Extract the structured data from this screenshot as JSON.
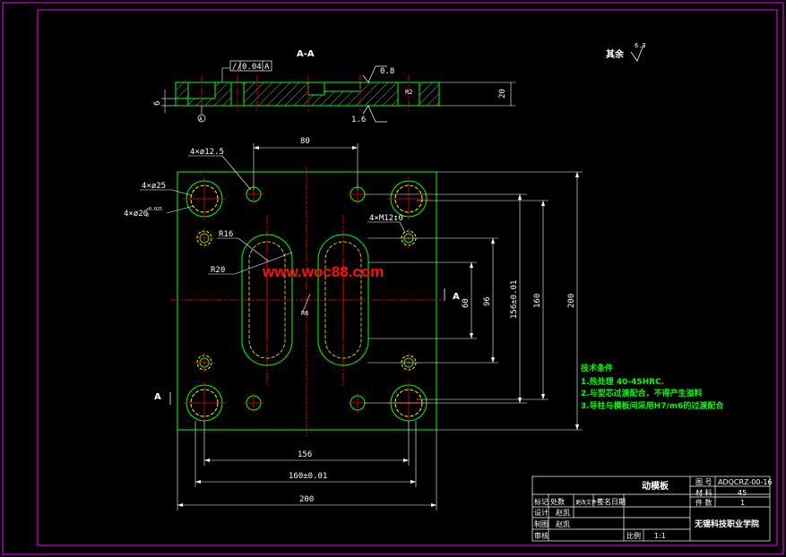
{
  "section": {
    "title": "A-A",
    "flatness": "0.04",
    "datum": "A",
    "datum_symbol": "A",
    "roughness_top": "0.8",
    "roughness_bottom": "1.6",
    "thickness": "20",
    "step": "6",
    "counterbore": "R2"
  },
  "remainder": {
    "label": "其余",
    "value": "6.3"
  },
  "view_labels": {
    "a_right": "A",
    "a_left": "A"
  },
  "dims": {
    "d80": "80",
    "holes_125": "4×ø12.5",
    "holes_25": "4×ø25",
    "holes_20": "4×ø20",
    "holes_20_tol": "+0.025",
    "holes_20_tol0": "0",
    "tap": "4×M12↧0",
    "r16": "R16",
    "r20": "R20",
    "r6": "R6",
    "d60": "60",
    "d96": "96",
    "d156_tol": "156±0.01",
    "d160": "160",
    "d200v": "200",
    "d156": "156",
    "d160_tol": "160±0.01",
    "d200h": "200"
  },
  "watermark": "www.woc88.com",
  "tech": {
    "title": "技术条件",
    "items": [
      "1.热处理 40-45HRC.",
      "2.与型芯过渡配合，不得产生溢料",
      "3.导柱与模板间采用H7/m6的过渡配合"
    ]
  },
  "title_block": {
    "part_name": "动模板",
    "drawing_no_label": "图 号",
    "drawing_no": "ADQCRZ-00-16",
    "material_label": "材 料",
    "material": "45",
    "qty_label": "件 数",
    "qty": "1",
    "rev_headers": [
      "标记",
      "处数",
      "更改文件号",
      "签名",
      "日期"
    ],
    "design_label": "设计",
    "design_name": "赵凯",
    "draw_label": "制图",
    "draw_name": "赵凯",
    "review_label": "审核",
    "scale_label": "比例",
    "scale": "1:1",
    "school": "无锡科技职业学院"
  },
  "colors": {
    "frame": "#ff00ff",
    "part": "#00ff00",
    "center": "#ff0000",
    "hidden": "#ffff00",
    "dim": "#ffffff"
  }
}
